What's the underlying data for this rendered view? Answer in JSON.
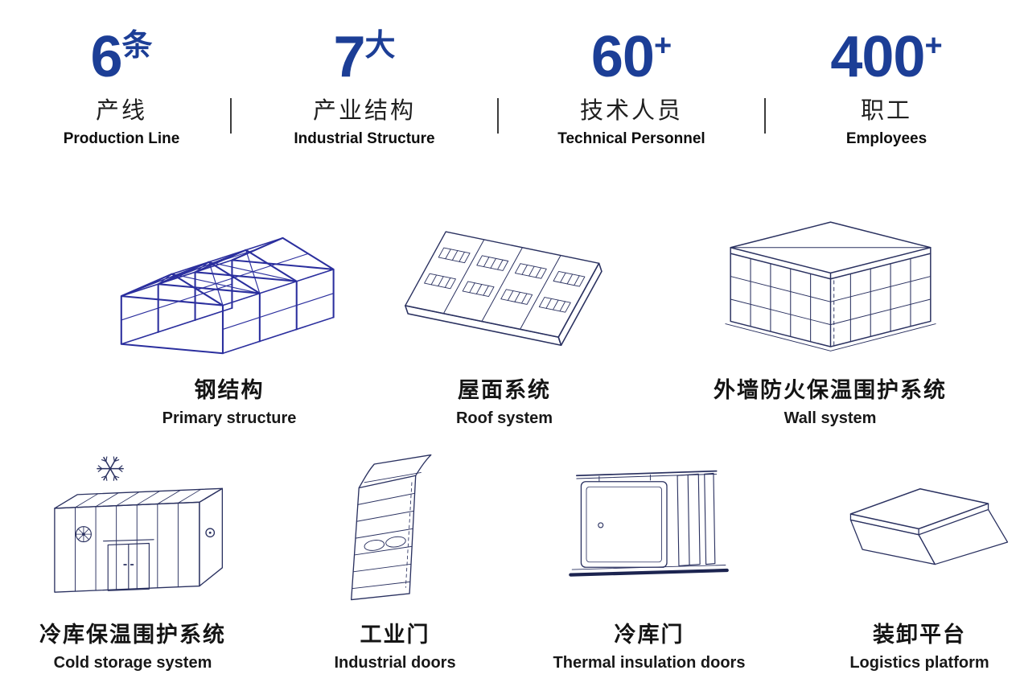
{
  "stats": [
    {
      "number": "6",
      "unit": "条",
      "label_cn": "产线",
      "label_en": "Production Line"
    },
    {
      "number": "7",
      "unit": "大",
      "label_cn": "产业结构",
      "label_en": "Industrial Structure"
    },
    {
      "number": "60",
      "unit": "+",
      "label_cn": "技术人员",
      "label_en": "Technical Personnel"
    },
    {
      "number": "400",
      "unit": "+",
      "label_cn": "职工",
      "label_en": "Employees"
    }
  ],
  "products": {
    "row1": [
      {
        "label_cn": "钢结构",
        "label_en": "Primary structure",
        "icon": "steel-structure-icon"
      },
      {
        "label_cn": "屋面系统",
        "label_en": "Roof system",
        "icon": "roof-system-icon"
      },
      {
        "label_cn": "外墙防火保温围护系统",
        "label_en": "Wall system",
        "icon": "wall-system-icon"
      }
    ],
    "row2": [
      {
        "label_cn": "冷库保温围护系统",
        "label_en": "Cold storage system",
        "icon": "cold-storage-icon"
      },
      {
        "label_cn": "工业门",
        "label_en": "Industrial doors",
        "icon": "industrial-door-icon"
      },
      {
        "label_cn": "冷库门",
        "label_en": "Thermal insulation doors",
        "icon": "cold-storage-door-icon"
      },
      {
        "label_cn": "装卸平台",
        "label_en": "Logistics platform",
        "icon": "dock-leveler-icon"
      }
    ]
  },
  "colors": {
    "accent_blue": "#1c3e96",
    "line_navy": "#2a3160",
    "steel_blue": "#2b2f9e",
    "text_dark": "#141414"
  }
}
